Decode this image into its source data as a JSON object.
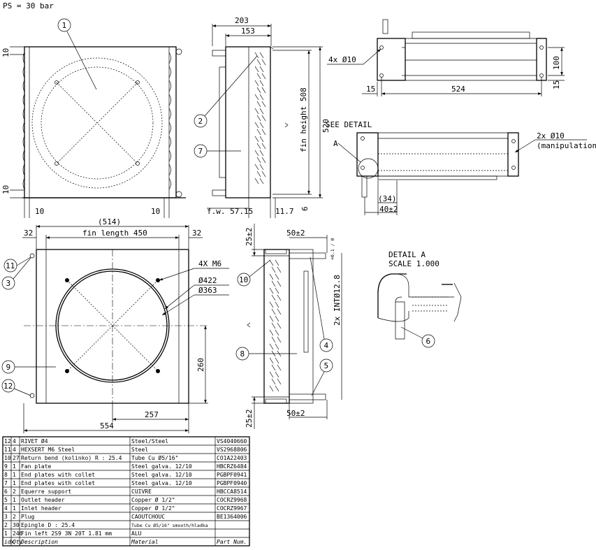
{
  "header": {
    "pressure": "PS = 30 bar"
  },
  "views": {
    "front": {
      "dim_top_margin": "10",
      "dim_bottom_margin": "10",
      "dim_left_bottom": "10",
      "dim_right_bottom": "10",
      "callout": "1"
    },
    "side": {
      "dim_203": "203",
      "dim_153": "153",
      "dim_520": "520",
      "dim_fin_height": "fin height 508",
      "dim_fw": "f.w. 57.15",
      "dim_117": "11.7",
      "dim_6": "6",
      "callout_2": "2",
      "callout_7": "7"
    },
    "top": {
      "holes": "4x Ø10",
      "dim_100": "100",
      "dim_15_right": "15",
      "dim_15_left": "15",
      "dim_524": "524"
    },
    "detail_view": {
      "see_detail": "SEE DETAIL",
      "label_a": "A",
      "holes": "2x Ø10",
      "manipulation": "(manipulation)",
      "dim_34": "(34)",
      "dim_40": "40±2"
    },
    "fan_plate": {
      "dim_514": "(514)",
      "dim_32_left": "32",
      "dim_fin_length": "fin length 450",
      "dim_32_right": "32",
      "hexsert": "4X M6",
      "dia_422": "Ø422",
      "dia_363": "Ø363",
      "dim_260": "260",
      "dim_257": "257",
      "dim_554": "554",
      "callout_11": "11",
      "callout_3": "3",
      "callout_9": "9",
      "callout_12": "12"
    },
    "header_side": {
      "dim_25_top": "25±2",
      "dim_50_top": "50±2",
      "dim_25_bottom": "25±2",
      "dim_50_bottom": "50±2",
      "int_dia": "2x INTØ12.8",
      "int_tol": "+0.1 / 0",
      "callout_10": "10",
      "callout_8": "8",
      "callout_4": "4",
      "callout_5": "5"
    },
    "detail_a": {
      "title": "DETAIL  A",
      "scale": "SCALE  1.000",
      "callout_6": "6"
    }
  },
  "bom": {
    "rows": [
      {
        "idx": "12",
        "qty": "4",
        "description": "RIVET Ø4",
        "material": "Steel/Steel",
        "part": "VS4040660",
        "small": false
      },
      {
        "idx": "11",
        "qty": "4",
        "description": "HEXSERT M6 Steel",
        "material": "Steel",
        "part": "VS2968806",
        "small": false
      },
      {
        "idx": "10",
        "qty": "27",
        "description": "Return bend (kolinko) R : 25.4",
        "material": "Tube Cu Ø5/16\"",
        "part": "CO1A22403",
        "small": false
      },
      {
        "idx": "9",
        "qty": "1",
        "description": "Fan plate",
        "material": "Steel galva. 12/10",
        "part": "HBCRZ6484",
        "small": false
      },
      {
        "idx": "8",
        "qty": "1",
        "description": "End plates with collet",
        "material": "Steel galva. 12/10",
        "part": "PGBPF0941",
        "small": false
      },
      {
        "idx": "7",
        "qty": "1",
        "description": "End plates with collet",
        "material": "Steel galva. 12/10",
        "part": "PGBPF0940",
        "small": false
      },
      {
        "idx": "6",
        "qty": "2",
        "description": "Equerre support",
        "material": "CUIVRE",
        "part": "HBCCA8514",
        "small": false
      },
      {
        "idx": "5",
        "qty": "1",
        "description": "Outlet header",
        "material": "Copper Ø 1/2\"",
        "part": "COCRZ9968",
        "small": false
      },
      {
        "idx": "4",
        "qty": "1",
        "description": "Inlet header",
        "material": "Copper Ø 1/2\"",
        "part": "COCRZ9967",
        "small": false
      },
      {
        "idx": "3",
        "qty": "2",
        "description": "Plug",
        "material": "CAOUTCHOUC",
        "part": "BE1364006",
        "small": false
      },
      {
        "idx": "2",
        "qty": "30",
        "description": "Epingle D : 25.4",
        "material": "Tube Cu Ø5/16\" smooth/hladka",
        "part": "",
        "small": true
      },
      {
        "idx": "1",
        "qty": "246",
        "description": "Fin left 2S9 3N 20T 1.81 mm",
        "material": "ALU",
        "part": "",
        "small": false
      }
    ],
    "headers": {
      "idx": "idx",
      "qty": "Qty",
      "description": "Description",
      "material": "Material",
      "part": "Part Num."
    }
  }
}
